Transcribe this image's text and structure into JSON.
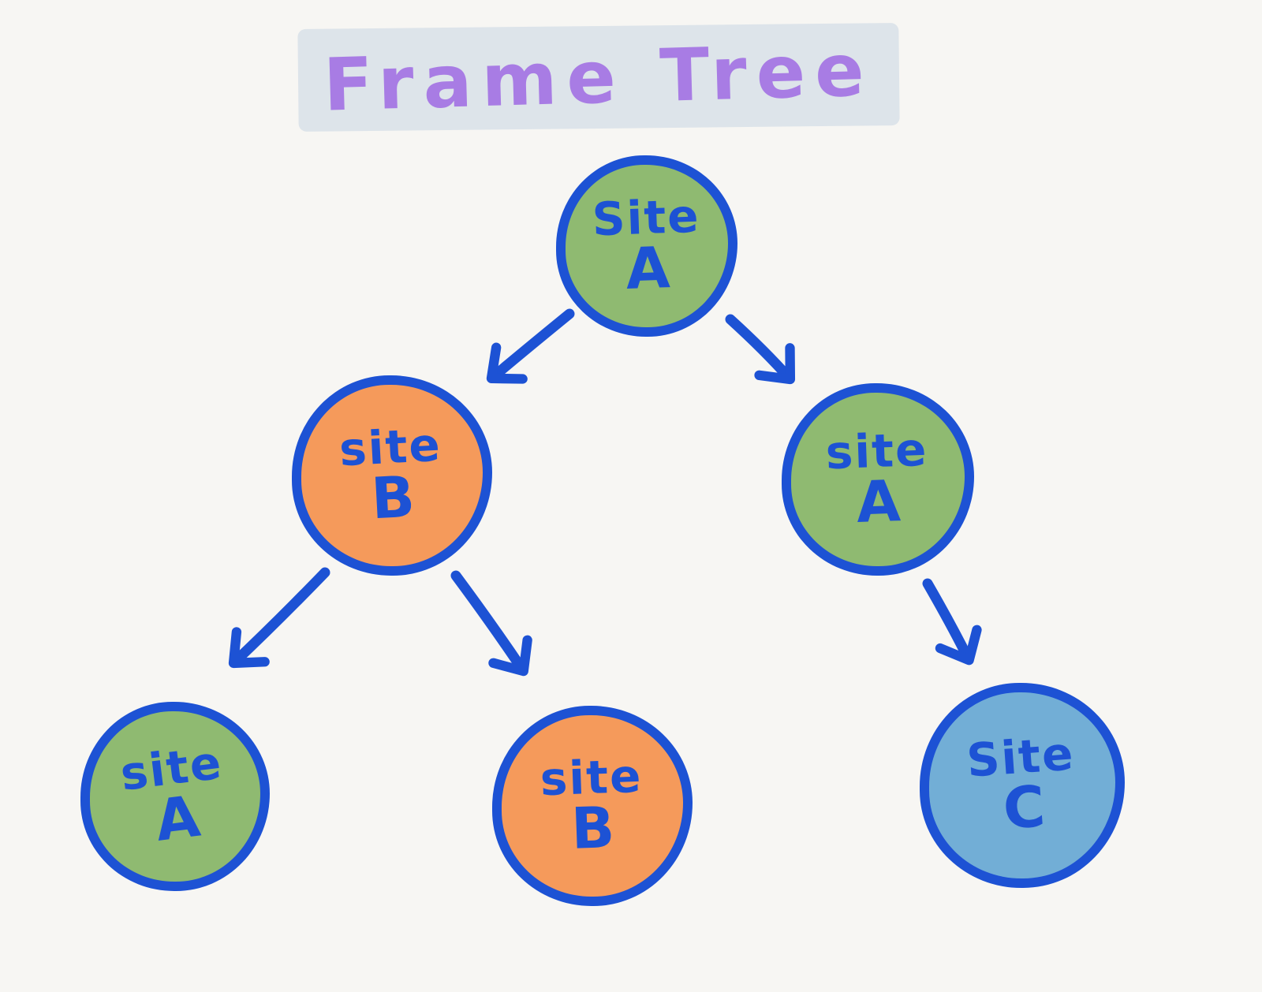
{
  "title": {
    "text": "Frame Tree"
  },
  "colors": {
    "canvas_background": "#f7f6f3",
    "title_text": "#a87ce4",
    "title_highlight": "#dde4ea",
    "node_stroke": "#1d52d4",
    "label_text": "#1d52d4",
    "arrow": "#1d52d4",
    "fill_green": "#8fba71",
    "fill_orange": "#f59a5b",
    "fill_blue": "#72aed6"
  },
  "nodes": [
    {
      "id": "root-site-a",
      "line1": "Site",
      "line2": "A",
      "fill": "fill_green"
    },
    {
      "id": "mid-site-b",
      "line1": "site",
      "line2": "B",
      "fill": "fill_orange"
    },
    {
      "id": "mid-site-a",
      "line1": "site",
      "line2": "A",
      "fill": "fill_green"
    },
    {
      "id": "leaf-site-a",
      "line1": "site",
      "line2": "A",
      "fill": "fill_green"
    },
    {
      "id": "leaf-site-b",
      "line1": "site",
      "line2": "B",
      "fill": "fill_orange"
    },
    {
      "id": "leaf-site-c",
      "line1": "Site",
      "line2": "C",
      "fill": "fill_blue"
    }
  ],
  "edges": [
    {
      "from": "root-site-a",
      "to": "mid-site-b"
    },
    {
      "from": "root-site-a",
      "to": "mid-site-a"
    },
    {
      "from": "mid-site-b",
      "to": "leaf-site-a"
    },
    {
      "from": "mid-site-b",
      "to": "leaf-site-b"
    },
    {
      "from": "mid-site-a",
      "to": "leaf-site-c"
    }
  ]
}
